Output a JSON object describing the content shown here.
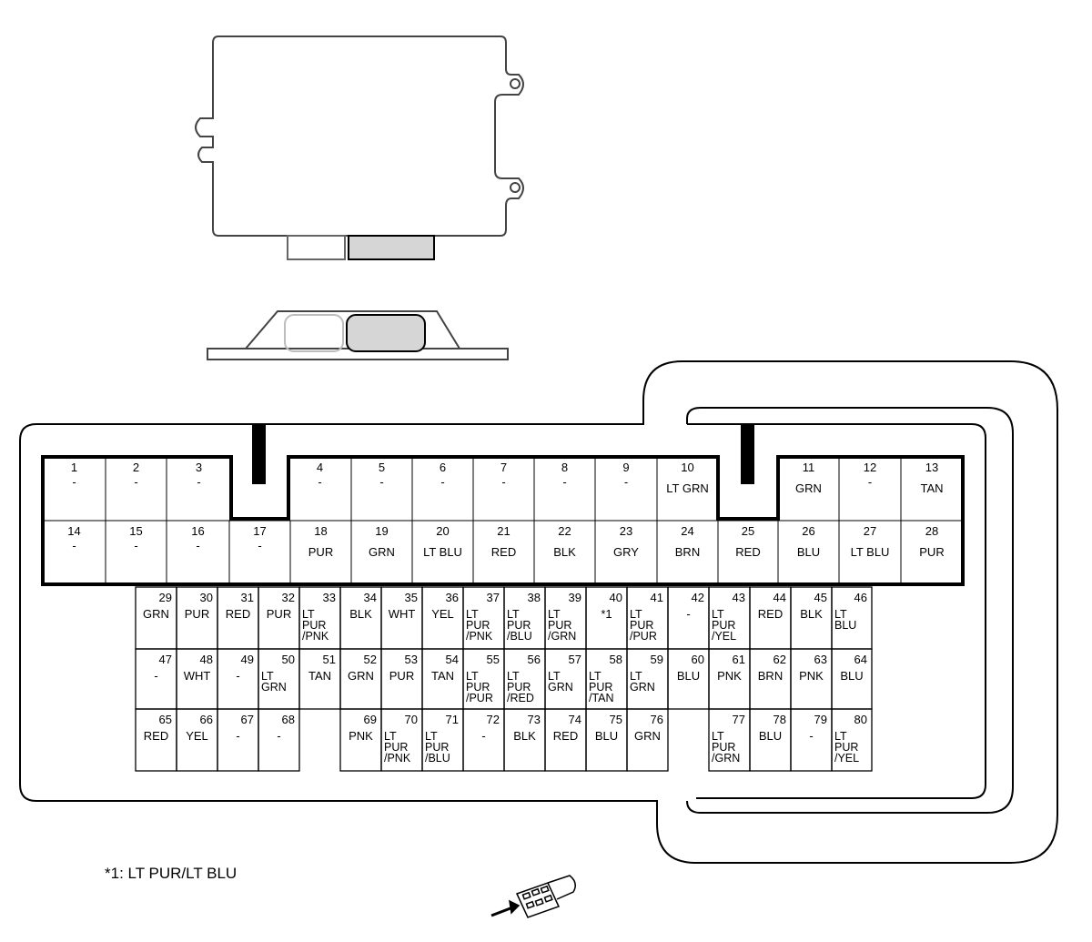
{
  "footnote": "*1: LT PUR/LT BLU",
  "colors": {
    "line": "#000000",
    "ecu_outline": "#444444",
    "connector_fill": "#d6d6d6",
    "faded": "#bdbdbd"
  },
  "pins": [
    {
      "n": "1",
      "c": "-"
    },
    {
      "n": "2",
      "c": "-"
    },
    {
      "n": "3",
      "c": "-"
    },
    {
      "n": "4",
      "c": "-"
    },
    {
      "n": "5",
      "c": "-"
    },
    {
      "n": "6",
      "c": "-"
    },
    {
      "n": "7",
      "c": "-"
    },
    {
      "n": "8",
      "c": "-"
    },
    {
      "n": "9",
      "c": "-"
    },
    {
      "n": "10",
      "c": "LT GRN"
    },
    {
      "n": "11",
      "c": "GRN"
    },
    {
      "n": "12",
      "c": "-"
    },
    {
      "n": "13",
      "c": "TAN"
    },
    {
      "n": "14",
      "c": "-"
    },
    {
      "n": "15",
      "c": "-"
    },
    {
      "n": "16",
      "c": "-"
    },
    {
      "n": "17",
      "c": "-"
    },
    {
      "n": "18",
      "c": "PUR"
    },
    {
      "n": "19",
      "c": "GRN"
    },
    {
      "n": "20",
      "c": "LT BLU"
    },
    {
      "n": "21",
      "c": "RED"
    },
    {
      "n": "22",
      "c": "BLK"
    },
    {
      "n": "23",
      "c": "GRY"
    },
    {
      "n": "24",
      "c": "BRN"
    },
    {
      "n": "25",
      "c": "RED"
    },
    {
      "n": "26",
      "c": "BLU"
    },
    {
      "n": "27",
      "c": "LT BLU"
    },
    {
      "n": "28",
      "c": "PUR"
    },
    {
      "n": "29",
      "c": "GRN"
    },
    {
      "n": "30",
      "c": "PUR"
    },
    {
      "n": "31",
      "c": "RED"
    },
    {
      "n": "32",
      "c": "PUR"
    },
    {
      "n": "33",
      "c": "LT PUR /PNK"
    },
    {
      "n": "34",
      "c": "BLK"
    },
    {
      "n": "35",
      "c": "WHT"
    },
    {
      "n": "36",
      "c": "YEL"
    },
    {
      "n": "37",
      "c": "LT PUR /PNK"
    },
    {
      "n": "38",
      "c": "LT PUR /BLU"
    },
    {
      "n": "39",
      "c": "LT PUR /GRN"
    },
    {
      "n": "40",
      "c": "*1"
    },
    {
      "n": "41",
      "c": "LT PUR /PUR"
    },
    {
      "n": "42",
      "c": "-"
    },
    {
      "n": "43",
      "c": "LT PUR /YEL"
    },
    {
      "n": "44",
      "c": "RED"
    },
    {
      "n": "45",
      "c": "BLK"
    },
    {
      "n": "46",
      "c": "LT BLU"
    },
    {
      "n": "47",
      "c": "-"
    },
    {
      "n": "48",
      "c": "WHT"
    },
    {
      "n": "49",
      "c": "-"
    },
    {
      "n": "50",
      "c": "LT GRN"
    },
    {
      "n": "51",
      "c": "TAN"
    },
    {
      "n": "52",
      "c": "GRN"
    },
    {
      "n": "53",
      "c": "PUR"
    },
    {
      "n": "54",
      "c": "TAN"
    },
    {
      "n": "55",
      "c": "LT PUR /PUR"
    },
    {
      "n": "56",
      "c": "LT PUR /RED"
    },
    {
      "n": "57",
      "c": "LT GRN"
    },
    {
      "n": "58",
      "c": "LT PUR /TAN"
    },
    {
      "n": "59",
      "c": "LT GRN"
    },
    {
      "n": "60",
      "c": "BLU"
    },
    {
      "n": "61",
      "c": "PNK"
    },
    {
      "n": "62",
      "c": "BRN"
    },
    {
      "n": "63",
      "c": "PNK"
    },
    {
      "n": "64",
      "c": "BLU"
    },
    {
      "n": "65",
      "c": "RED"
    },
    {
      "n": "66",
      "c": "YEL"
    },
    {
      "n": "67",
      "c": "-"
    },
    {
      "n": "68",
      "c": "-"
    },
    {
      "n": "69",
      "c": "PNK"
    },
    {
      "n": "70",
      "c": "LT PUR /PNK"
    },
    {
      "n": "71",
      "c": "LT PUR /BLU"
    },
    {
      "n": "72",
      "c": "-"
    },
    {
      "n": "73",
      "c": "BLK"
    },
    {
      "n": "74",
      "c": "RED"
    },
    {
      "n": "75",
      "c": "BLU"
    },
    {
      "n": "76",
      "c": "GRN"
    },
    {
      "n": "77",
      "c": "LT PUR /GRN"
    },
    {
      "n": "78",
      "c": "BLU"
    },
    {
      "n": "79",
      "c": "-"
    },
    {
      "n": "80",
      "c": "LT PUR /YEL"
    }
  ]
}
